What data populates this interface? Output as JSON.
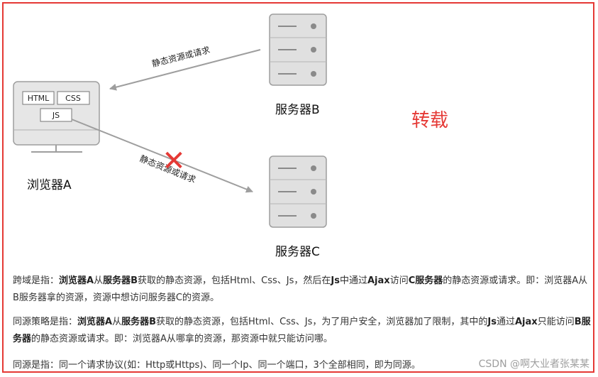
{
  "colors": {
    "frame": "#e53935",
    "repost": "#e53935",
    "cross": "#e53935",
    "server_fill": "#e0e0e0",
    "server_stroke": "#9e9e9e",
    "arrow": "#9e9e9e"
  },
  "diagram": {
    "browser_label": "浏览器A",
    "browser_tags": [
      "HTML",
      "CSS",
      "JS"
    ],
    "server_b_label": "服务器B",
    "server_c_label": "服务器C",
    "arrow_top_label": "静态资源或请求",
    "arrow_bottom_label": "静态资源或请求",
    "repost_label": "转载",
    "blocked_mark": "✕"
  },
  "paragraphs": {
    "p1": {
      "a": "跨域是指：",
      "b": "浏览器A",
      "c": "从",
      "d": "服务器B",
      "e": "获取的静态资源，包括Html、Css、Js，然后在",
      "f": "Js",
      "g": "中通过",
      "h": "Ajax",
      "i": "访问",
      "j": "C服务器",
      "k": "的静态资源或请求。即：浏览器A从B服务器拿的资源，资源中想访问服务器C的资源。"
    },
    "p2": {
      "a": "同源策略是指：",
      "b": "浏览器A",
      "c": "从",
      "d": "服务器B",
      "e": "获取的静态资源，包括Html、Css、Js，为了用户安全，浏览器加了限制，其中的",
      "f": "Js",
      "g": "通过",
      "h": "Ajax",
      "i": "只能访问",
      "j": "B服务器",
      "k": "的静态资源或请求。即：浏览器A从哪拿的资源，那资源中就只能访问哪。"
    },
    "p3": "同源是指：同一个请求协议(如：Http或Https)、同一个Ip、同一个端口，3个全部相同，即为同源。"
  },
  "watermark": "CSDN @啊大业者张某某"
}
